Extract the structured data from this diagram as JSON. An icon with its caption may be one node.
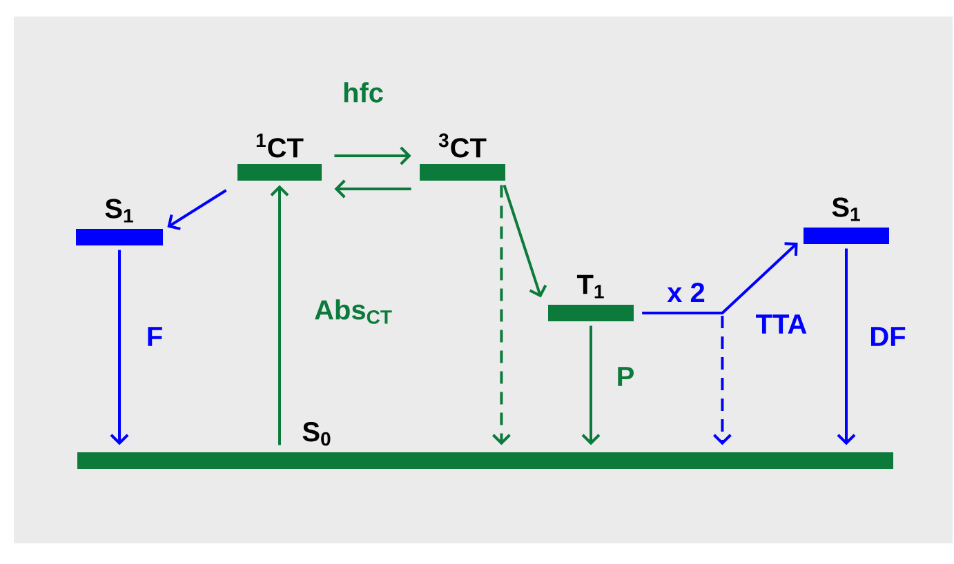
{
  "diagram": {
    "nodes": [
      {
        "text": [
          "S$_{1}$"
        ]
      },
      {
        "text": [
          "$^{1}$CT"
        ]
      },
      {
        "text": [
          "$^{3}$CT"
        ]
      },
      {
        "text": [
          "T$_{1}$"
        ]
      },
      {
        "text": [
          "S$_{1}$"
        ]
      },
      {
        "text": [
          "S$_{0}$"
        ]
      }
    ],
    "edges": [
      {
        "from": 1,
        "to": 0,
        "arrow": "to",
        "color": "#0000ff"
      },
      {
        "from": 0,
        "to": 5,
        "arrow": "to",
        "label": "F",
        "color": "#0000ff"
      },
      {
        "from": 5,
        "to": 1,
        "arrow": "to",
        "label": "Abs$_{CT}$"
      },
      {
        "from": 1,
        "to": 2,
        "arrow": "to",
        "label": "hfc"
      },
      {
        "from": 2,
        "to": 1,
        "arrow": "to"
      },
      {
        "from": 2,
        "to": 3,
        "arrow": "to"
      },
      {
        "from": 2,
        "to": 5,
        "arrow": "to",
        "style": "dashed"
      },
      {
        "from": 3,
        "to": 5,
        "arrow": "to",
        "label": "P"
      },
      {
        "from": 3,
        "to": 4,
        "arrow": "to",
        "label": "TTA",
        "color": "#0000ff"
      },
      {
        "from": 3,
        "to": 5,
        "arrow": "to",
        "style": "dashed",
        "color": "#0000ff"
      },
      {
        "from": 4,
        "to": 5,
        "arrow": "to",
        "label": "DF",
        "color": "#0000ff"
      }
    ],
    "labels": [
      "x 2"
    ]
  }
}
